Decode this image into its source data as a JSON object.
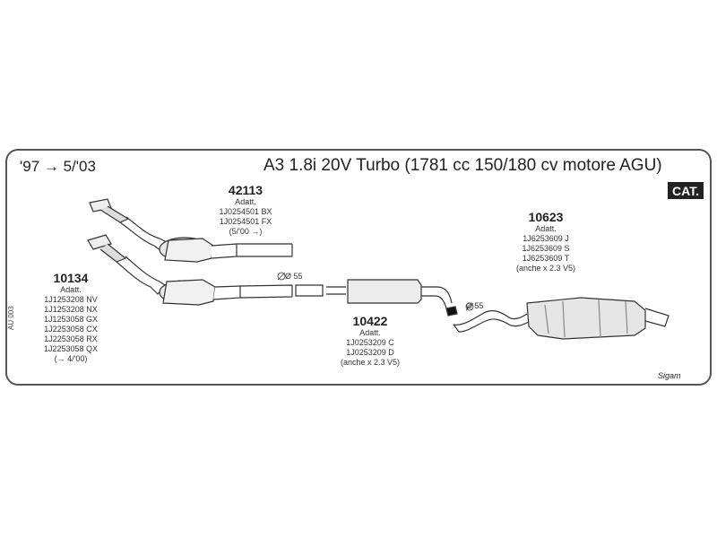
{
  "header": {
    "years": "'97 → 5/'03",
    "title": "A3 1.8i 20V Turbo (1781 cc 150/180 cv motore AGU)",
    "cat_badge": "CAT."
  },
  "parts": {
    "p42113": {
      "code": "42113",
      "lines": [
        "Adatt.",
        "1J0254501 BX",
        "1J0254501 FX",
        "(5/'00 →)"
      ]
    },
    "p10134": {
      "code": "10134",
      "lines": [
        "Adatt.",
        "1J1253208 NV",
        "1J1253208 NX",
        "1J1253058 GX",
        "1J2253058 CX",
        "1J2253058 RX",
        "1J2253058 QX",
        "(→ 4/'00)"
      ]
    },
    "p10422": {
      "code": "10422",
      "lines": [
        "Adatt.",
        "1J0253209 C",
        "1J0253209 D",
        "(anche x 2.3 V5)"
      ]
    },
    "p10623": {
      "code": "10623",
      "lines": [
        "Adatt.",
        "1J6253609 J",
        "1J6253609 S",
        "1J6253609 T",
        "(anche x 2.3 V5)"
      ]
    }
  },
  "dimensions": {
    "d1": "Ø 55",
    "d2": "Ø 55"
  },
  "footer": {
    "ref": "AU 003",
    "brand": "Sigam"
  }
}
